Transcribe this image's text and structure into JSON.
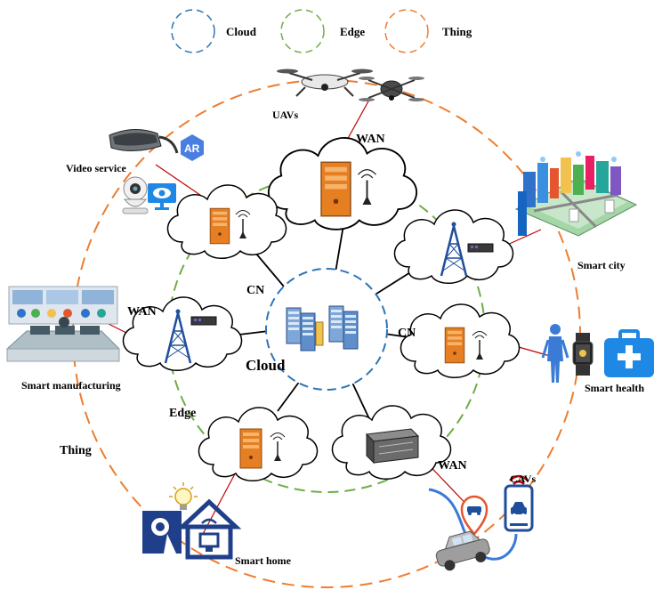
{
  "legend": {
    "cloud": {
      "label": "Cloud",
      "color": "#2e75b6"
    },
    "edge": {
      "label": "Edge",
      "color": "#70ad47"
    },
    "thing": {
      "label": "Thing",
      "color": "#ed7d31"
    }
  },
  "layers": {
    "cloud_label": "Cloud",
    "edge_label": "Edge",
    "thing_label": "Thing"
  },
  "links": {
    "cn": "CN",
    "wan": "WAN"
  },
  "applications": {
    "uavs": "UAVs",
    "video_service": "Video service",
    "ar_badge": "AR",
    "smart_city": "Smart city",
    "smart_manufacturing": "Smart manufacturing",
    "smart_health": "Smart health",
    "cavs": "CAVs",
    "smart_home": "Smart home"
  },
  "colors": {
    "server_orange": "#e67e22",
    "tower_blue": "#1f4e9b",
    "link_red": "#c00000",
    "ar_badge": "#4a7ee0"
  }
}
